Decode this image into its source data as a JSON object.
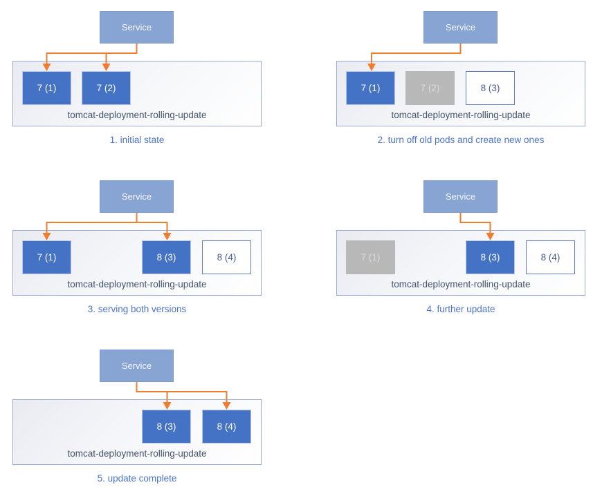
{
  "colors": {
    "arrow": "#ed7d31",
    "service_fill": "#87a4d2",
    "service_border": "#7b99c9",
    "service_text": "#f4f7fb",
    "pod_active_fill": "#4472c4",
    "pod_active_border": "#b7c5e7",
    "pod_active_text": "#ffffff",
    "pod_stopped_fill": "#b8b8b8",
    "pod_stopped_text": "#dbdbdb",
    "pod_new_fill": "#ffffff",
    "pod_new_border": "#5d7ec5",
    "pod_new_text": "#475b8c",
    "deployment_border": "#98aad3",
    "deployment_label_text": "#44546a",
    "caption_text": "#4d74c9"
  },
  "panels": [
    {
      "service_label": "Service",
      "deployment_label": "tomcat-deployment-rolling-update",
      "caption": "1. initial state",
      "routes_to": [
        "7 (1)",
        "7 (2)"
      ],
      "pods": [
        {
          "label": "7 (1)",
          "state": "active"
        },
        {
          "label": "7 (2)",
          "state": "active"
        }
      ]
    },
    {
      "service_label": "Service",
      "deployment_label": "tomcat-deployment-rolling-update",
      "caption": "2. turn off old pods and create new ones",
      "routes_to": [
        "7 (1)"
      ],
      "pods": [
        {
          "label": "7 (1)",
          "state": "active"
        },
        {
          "label": "7 (2)",
          "state": "stopped"
        },
        {
          "label": "8 (3)",
          "state": "new"
        }
      ]
    },
    {
      "service_label": "Service",
      "deployment_label": "tomcat-deployment-rolling-update",
      "caption": "3. serving both versions",
      "routes_to": [
        "7 (1)",
        "8 (3)"
      ],
      "pods": [
        {
          "label": "7 (1)",
          "state": "active"
        },
        {
          "label": "8 (3)",
          "state": "active"
        },
        {
          "label": "8 (4)",
          "state": "new"
        }
      ]
    },
    {
      "service_label": "Service",
      "deployment_label": "tomcat-deployment-rolling-update",
      "caption": "4. further update",
      "routes_to": [
        "8 (3)"
      ],
      "pods": [
        {
          "label": "7 (1)",
          "state": "stopped"
        },
        {
          "label": "8 (3)",
          "state": "active"
        },
        {
          "label": "8 (4)",
          "state": "new"
        }
      ]
    },
    {
      "service_label": "Service",
      "deployment_label": "tomcat-deployment-rolling-update",
      "caption": "5. update complete",
      "routes_to": [
        "8 (3)",
        "8 (4)"
      ],
      "pods": [
        {
          "label": "8 (3)",
          "state": "active"
        },
        {
          "label": "8 (4)",
          "state": "active"
        }
      ]
    }
  ]
}
